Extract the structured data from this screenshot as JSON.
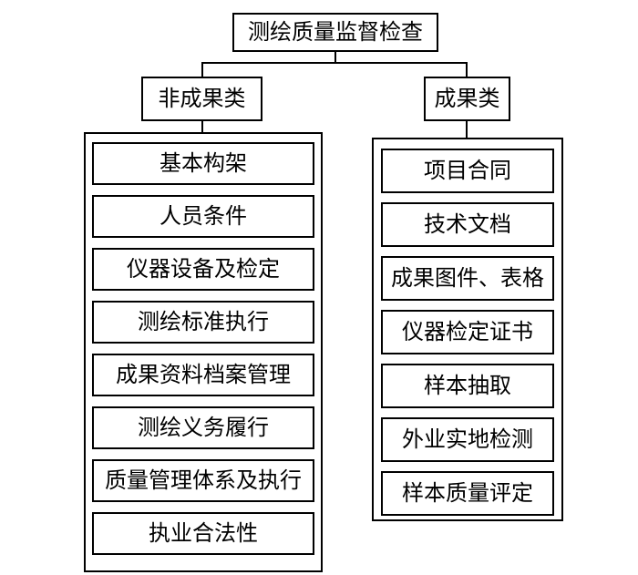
{
  "diagram": {
    "root": "测绘质量监督检查",
    "left_branch": {
      "label": "非成果类",
      "items": [
        "基本构架",
        "人员条件",
        "仪器设备及检定",
        "测绘标准执行",
        "成果资料档案管理",
        "测绘义务履行",
        "质量管理体系及执行",
        "执业合法性"
      ]
    },
    "right_branch": {
      "label": "成果类",
      "items": [
        "项目合同",
        "技术文档",
        "成果图件、表格",
        "仪器检定证书",
        "样本抽取",
        "外业实地检测",
        "样本质量评定"
      ]
    },
    "colors": {
      "line": "#000000",
      "background": "#ffffff",
      "text": "#000000"
    }
  }
}
